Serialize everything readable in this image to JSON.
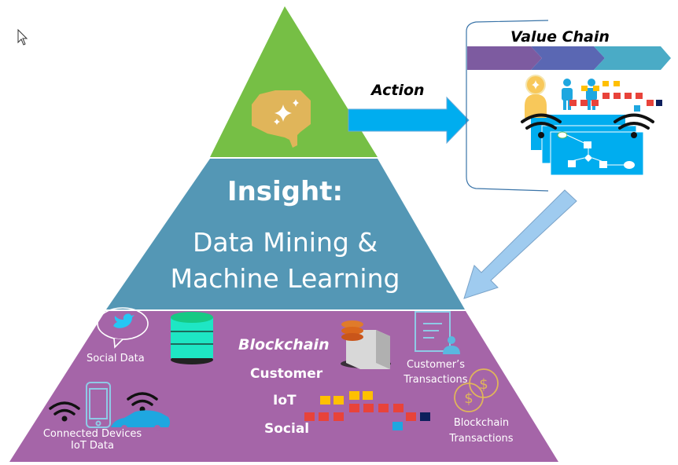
{
  "diagram": {
    "title_layers": {
      "top": {
        "icon": "brain-sparkle-icon",
        "color": "#76bf45"
      },
      "middle": {
        "heading": "Insight:",
        "line1": "Data Mining &",
        "line2": "Machine Learning",
        "color": "#5497b5"
      },
      "bottom": {
        "color": "#a565a8"
      }
    },
    "action_arrow": {
      "label": "Action",
      "color": "#00adef"
    },
    "value_chain": {
      "title": "Value Chain",
      "chevron_colors": [
        "#7d5ba0",
        "#5a67b3",
        "#4aabc6"
      ]
    },
    "return_arrow": {
      "color": "#9fcbef"
    },
    "data_sources": {
      "social": "Social Data",
      "connected_line1": "Connected Devices",
      "connected_line2": "IoT Data",
      "blockchain": "Blockchain",
      "customer": "Customer",
      "iot": "IoT",
      "social_bold": "Social",
      "customer_tx_line1": "Customer’s",
      "customer_tx_line2": "Transactions",
      "blockchain_tx_line1": "Blockchain",
      "blockchain_tx_line2": "Transactions"
    }
  }
}
